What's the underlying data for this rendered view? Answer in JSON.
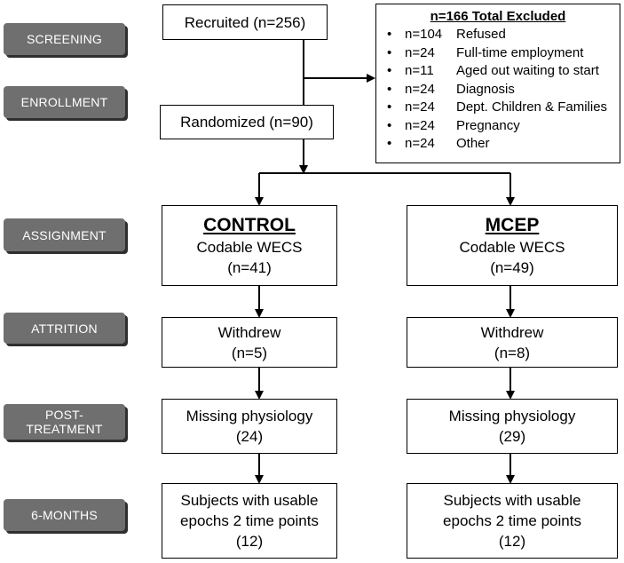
{
  "stages": {
    "screening": "SCREENING",
    "enrollment": "ENROLLMENT",
    "assignment": "ASSIGNMENT",
    "attrition": "ATTRITION",
    "post_treatment_line1": "POST-",
    "post_treatment_line2": "TREATMENT",
    "six_months": "6-MONTHS"
  },
  "recruited": "Recruited (n=256)",
  "randomized": "Randomized (n=90)",
  "excluded": {
    "title": "n=166 Total Excluded",
    "bullet": "•",
    "items": [
      {
        "count": "n=104",
        "reason": "Refused"
      },
      {
        "count": "n=24",
        "reason": "Full-time employment"
      },
      {
        "count": "n=11",
        "reason": "Aged out waiting to start"
      },
      {
        "count": "n=24",
        "reason": "Diagnosis"
      },
      {
        "count": "n=24",
        "reason": "Dept. Children & Families"
      },
      {
        "count": "n=24",
        "reason": "Pregnancy"
      },
      {
        "count": "n=24",
        "reason": "Other"
      }
    ]
  },
  "control": {
    "title": "CONTROL",
    "subtitle": "Codable WECS",
    "n": "(n=41)",
    "withdrew_label": "Withdrew",
    "withdrew_n": "(n=5)",
    "missing_label": "Missing physiology",
    "missing_n": "(24)",
    "usable_line1": "Subjects with usable",
    "usable_line2": "epochs 2 time points",
    "usable_n": "(12)"
  },
  "mcep": {
    "title": "MCEP",
    "subtitle": "Codable WECS",
    "n": "(n=49)",
    "withdrew_label": "Withdrew",
    "withdrew_n": "(n=8)",
    "missing_label": "Missing physiology",
    "missing_n": "(29)",
    "usable_line1": "Subjects with usable",
    "usable_line2": "epochs 2 time points",
    "usable_n": "(12)"
  }
}
